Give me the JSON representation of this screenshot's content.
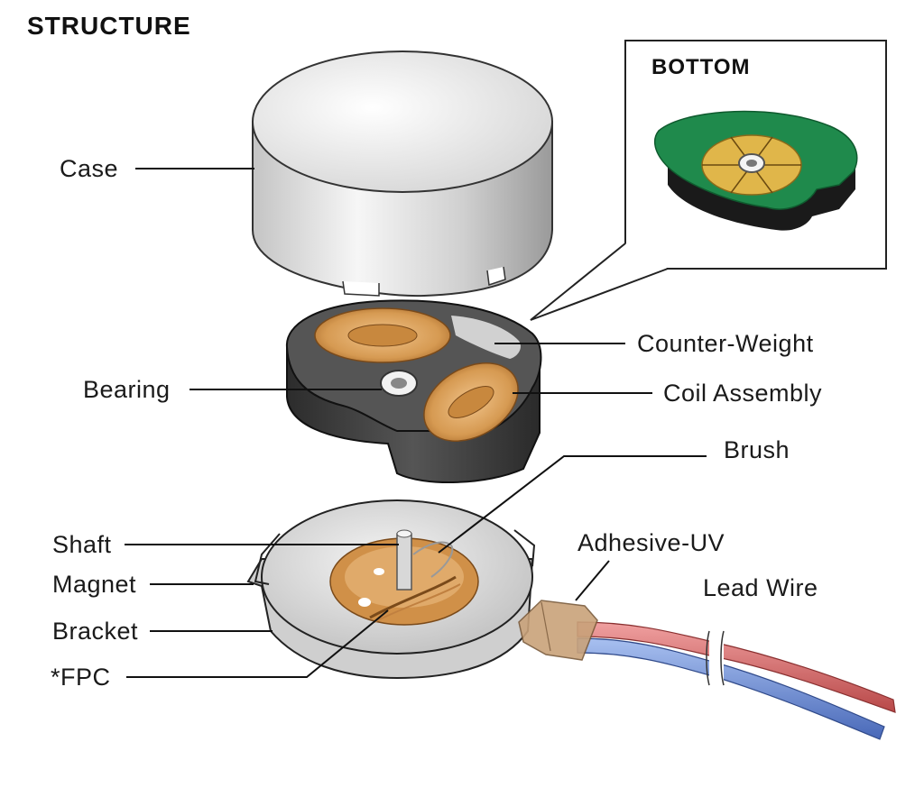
{
  "heading": "STRUCTURE",
  "inset": {
    "title": "BOTTOM"
  },
  "labels": {
    "case": "Case",
    "counter_weight": "Counter-Weight",
    "bearing": "Bearing",
    "coil_assembly": "Coil Assembly",
    "brush": "Brush",
    "shaft": "Shaft",
    "magnet": "Magnet",
    "bracket": "Bracket",
    "fpc": "*FPC",
    "adhesive_uv": "Adhesive-UV",
    "lead_wire": "Lead Wire"
  },
  "colors": {
    "case_metal": "#d8d8d8",
    "rotor_body": "#505050",
    "coil_copper": "#d69a52",
    "pcb_green": "#1f8a4c",
    "wire_red": "#d86a6a",
    "wire_blue": "#6a8ad8",
    "adhesive": "#c9a27a"
  }
}
